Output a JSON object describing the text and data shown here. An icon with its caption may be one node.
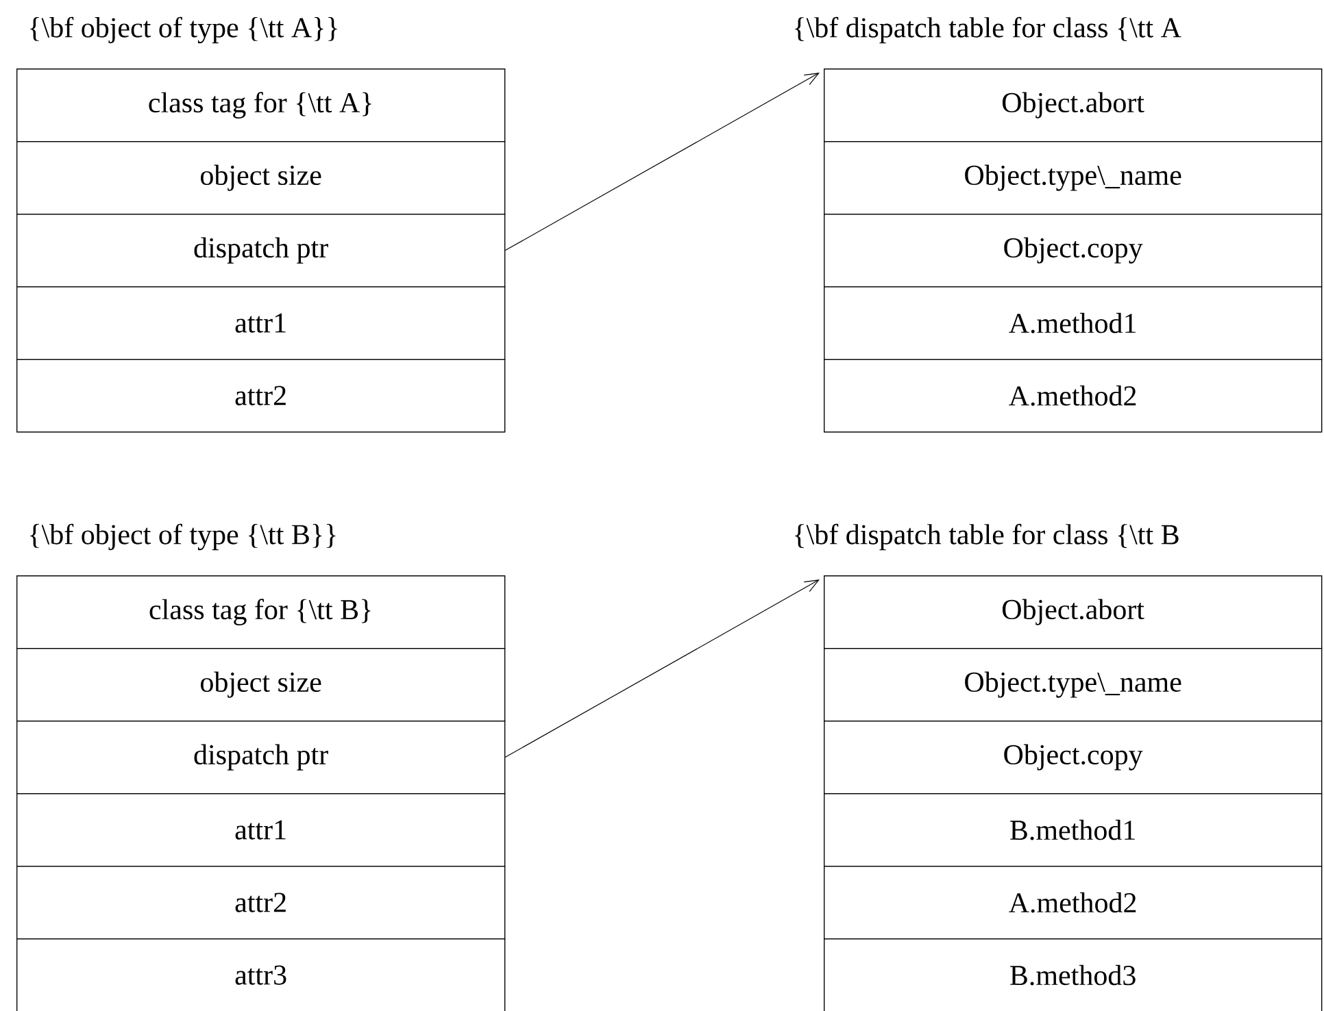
{
  "diagram": {
    "nodes": [
      {
        "text": [
          "{\\bf object of type {\\tt A}}"
        ]
      },
      {
        "text": [
          "class tag for {\\tt A}"
        ],
        "in": 0
      },
      {
        "text": [
          "object size"
        ],
        "in": 0
      },
      {
        "text": [
          "dispatch ptr"
        ],
        "in": 0
      },
      {
        "text": [
          "attr1"
        ],
        "in": 0
      },
      {
        "text": [
          "attr2"
        ],
        "in": 0
      },
      {
        "text": [
          "{\\bf dispatch table for class {\\tt A"
        ]
      },
      {
        "text": [
          "Object.abort"
        ],
        "in": 6
      },
      {
        "text": [
          "Object.type\\_name"
        ],
        "in": 6
      },
      {
        "text": [
          "Object.copy"
        ],
        "in": 6
      },
      {
        "text": [
          "A.method1"
        ],
        "in": 6
      },
      {
        "text": [
          "A.method2"
        ],
        "in": 6
      },
      {
        "text": [
          "{\\bf object of type {\\tt B}}"
        ]
      },
      {
        "text": [
          "class tag for {\\tt B}"
        ],
        "in": 12
      },
      {
        "text": [
          "object size"
        ],
        "in": 12
      },
      {
        "text": [
          "dispatch ptr"
        ],
        "in": 12
      },
      {
        "text": [
          "attr1"
        ],
        "in": 12
      },
      {
        "text": [
          "attr2"
        ],
        "in": 12
      },
      {
        "text": [
          "attr3"
        ],
        "in": 12
      },
      {
        "text": [
          "{\\bf dispatch table for class {\\tt B"
        ]
      },
      {
        "text": [
          "Object.abort"
        ],
        "in": 19
      },
      {
        "text": [
          "Object.type\\_name"
        ],
        "in": 19
      },
      {
        "text": [
          "Object.copy"
        ],
        "in": 19
      },
      {
        "text": [
          "B.method1"
        ],
        "in": 19
      },
      {
        "text": [
          "A.method2"
        ],
        "in": 19
      },
      {
        "text": [
          "B.method3"
        ],
        "in": 19
      }
    ],
    "edges": [
      {
        "from": 3,
        "to": 6,
        "arrow": "to"
      },
      {
        "from": 15,
        "to": 19,
        "arrow": "to"
      }
    ]
  }
}
